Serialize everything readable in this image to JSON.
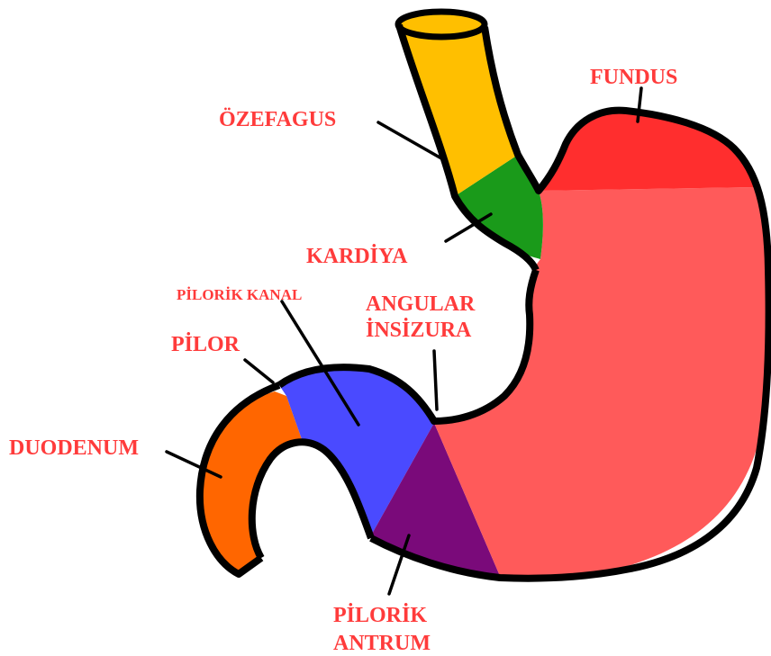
{
  "labels": {
    "fundus": "FUNDUS",
    "ozefagus": "ÖZEFAGUS",
    "kardiya": "KARDİYA",
    "pilorik_kanal": "PİLORİK KANAL",
    "angular_line1": "ANGULAR",
    "angular_line2": "İNSİZURA",
    "pilor": "PİLOR",
    "duodenum": "DUODENUM",
    "pilorik_antrum_line1": "PİLORİK",
    "pilorik_antrum_line2": "ANTRUM"
  },
  "colors": {
    "label_text": "#ff3b3b",
    "esophagus": "#ffbf00",
    "cardia": "#1a9a1a",
    "fundus": "#ff2e2e",
    "body": "#ff5a5a",
    "pyloric_canal": "#4a4aff",
    "pyloric_antrum": "#7a0a7a",
    "duodenum": "#ff6600",
    "outline": "#000000"
  }
}
